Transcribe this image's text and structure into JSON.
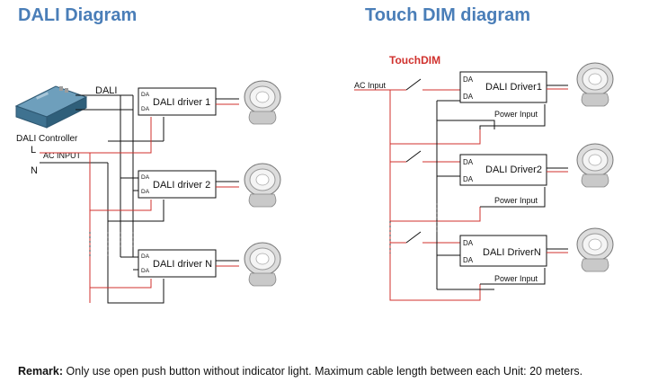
{
  "dali": {
    "title": "DALI Diagram",
    "bus_label": "DALI",
    "controller_label": "DALI Controller",
    "live_label": "L",
    "neutral_label": "N",
    "ac_input_label": "AC INPUT",
    "port_label": "DA",
    "drivers": [
      "DALI driver 1",
      "DALI driver 2",
      "DALI driver N"
    ]
  },
  "touch": {
    "title": "Touch DIM diagram",
    "touchdim_label": "TouchDIM",
    "ac_input_label": "AC Input",
    "port_label": "DA",
    "drivers": [
      "DALI Driver1",
      "DALI Driver2",
      "DALI DriverN"
    ],
    "power_input_label": "Power Input"
  },
  "remark": {
    "label": "Remark:",
    "text": "Only use open push button without indicator light. Maximum cable length between each Unit: 20 meters."
  },
  "colors": {
    "heading": "#4a7eb8",
    "live_wire": "#d0312d",
    "neutral_wire": "#111111",
    "controller_body": "#3f7290"
  },
  "icons": [
    "dali-controller-device",
    "downlight-lamp",
    "push-button-switch"
  ]
}
